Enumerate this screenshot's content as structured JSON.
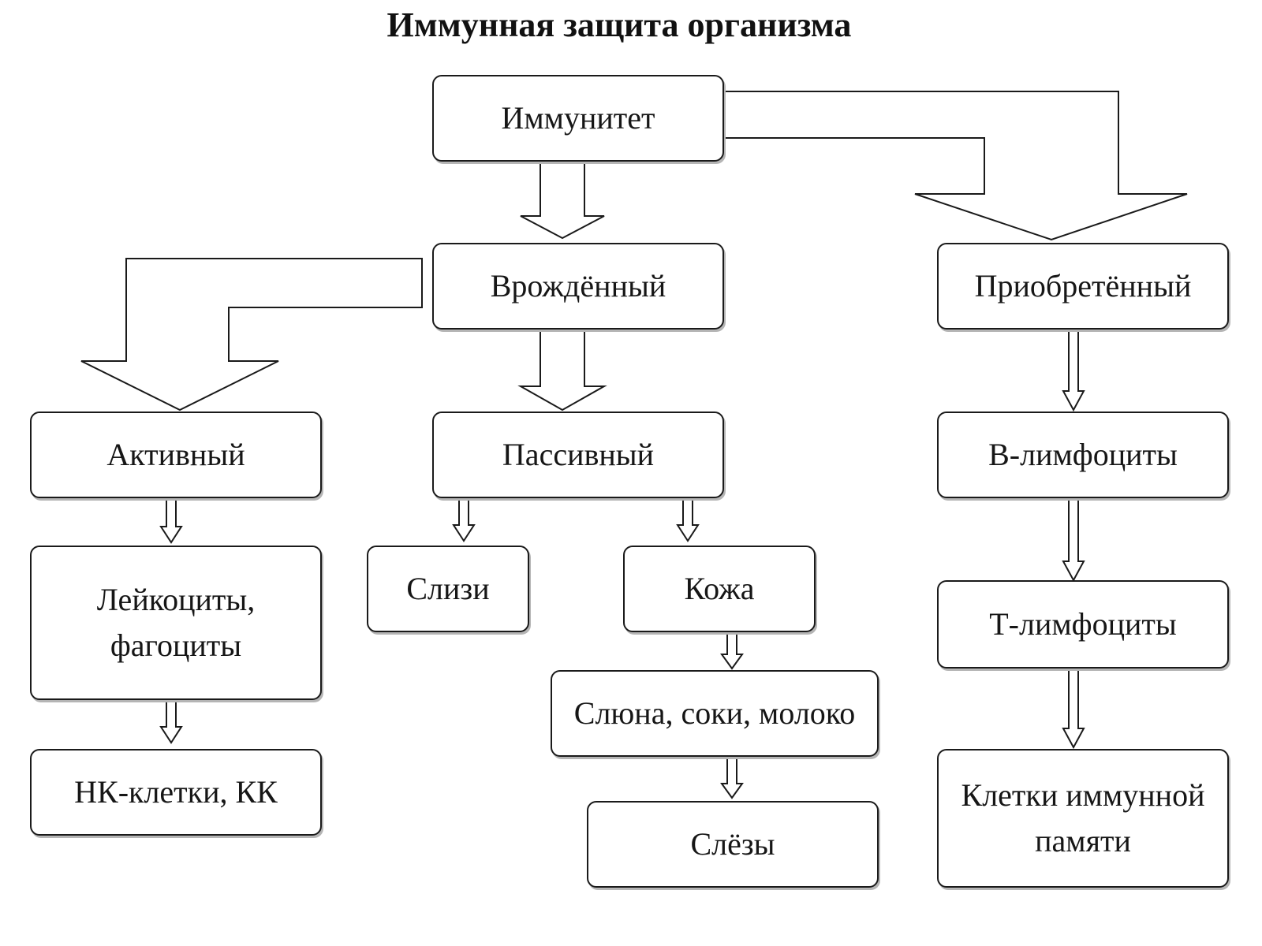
{
  "title": "Иммунная защита организма",
  "nodes": {
    "immunity": "Иммунитет",
    "innate": "Врождённый",
    "acquired": "Приобретённый",
    "active": "Активный",
    "passive": "Пассивный",
    "leukocytes": "Лейкоциты,\nфагоциты",
    "nk_cells": "НК-клетки, КК",
    "mucus": "Слизи",
    "skin": "Кожа",
    "saliva": "Слюна, соки, молоко",
    "tears": "Слёзы",
    "b_lymphocytes": "В-лимфоциты",
    "t_lymphocytes": "Т-лимфоциты",
    "memory_cells": "Клетки иммунной\nпамяти"
  },
  "colors": {
    "stroke": "#1a1a1a",
    "shadow": "#b5b5b5",
    "background": "#ffffff"
  }
}
